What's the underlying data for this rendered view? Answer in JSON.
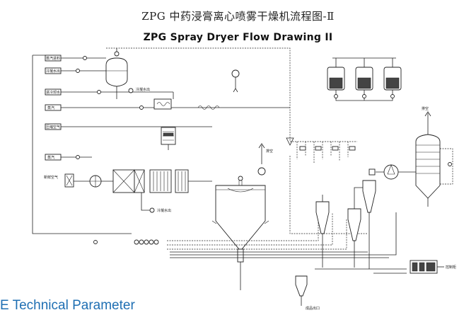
{
  "title_cn": "ZPG 中药浸膏离心喷雾干燥机流程图-Ⅱ",
  "title_en": "ZPG Spray Dryer Flow Drawing II",
  "footer_text": "E Technical Parameter",
  "labels": {
    "left_top_1": "蒸汽进料",
    "left_top_2": "冷凝水出",
    "left_mid_1": "进冷却水",
    "left_mid_2": "蒸汽",
    "left_mid_3": "压缩空气",
    "left_low_1": "蒸汽",
    "left_air": "新鲜空气",
    "cond_out": "冷凝水出",
    "cond_out_2": "冷凝水出",
    "exhaust_top": "排空",
    "exhaust_mid": "排空",
    "product_out": "成品出口",
    "control_cabinet": "控制柜"
  },
  "colors": {
    "title_accent": "#1f6fb3",
    "line": "#222222"
  }
}
